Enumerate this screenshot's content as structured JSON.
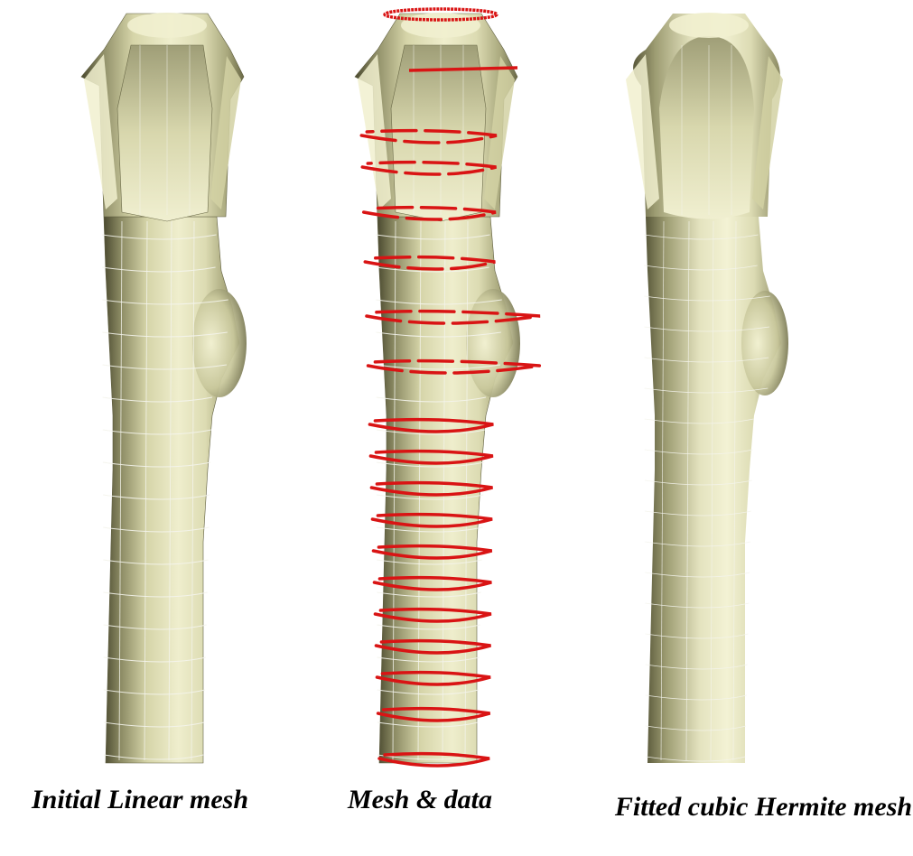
{
  "figure": {
    "panels": [
      {
        "caption": "Initial Linear mesh",
        "style": "linear",
        "show_data": false
      },
      {
        "caption": "Mesh & data",
        "style": "linear",
        "show_data": true
      },
      {
        "caption": "Fitted cubic Hermite mesh",
        "style": "smooth",
        "show_data": false
      }
    ],
    "colors": {
      "surface_light": "#f1f0cf",
      "surface_mid": "#d2d1a3",
      "surface_dark": "#6c6b48",
      "grid_line": "#f4f4ec",
      "data_points": "#d91414"
    }
  }
}
